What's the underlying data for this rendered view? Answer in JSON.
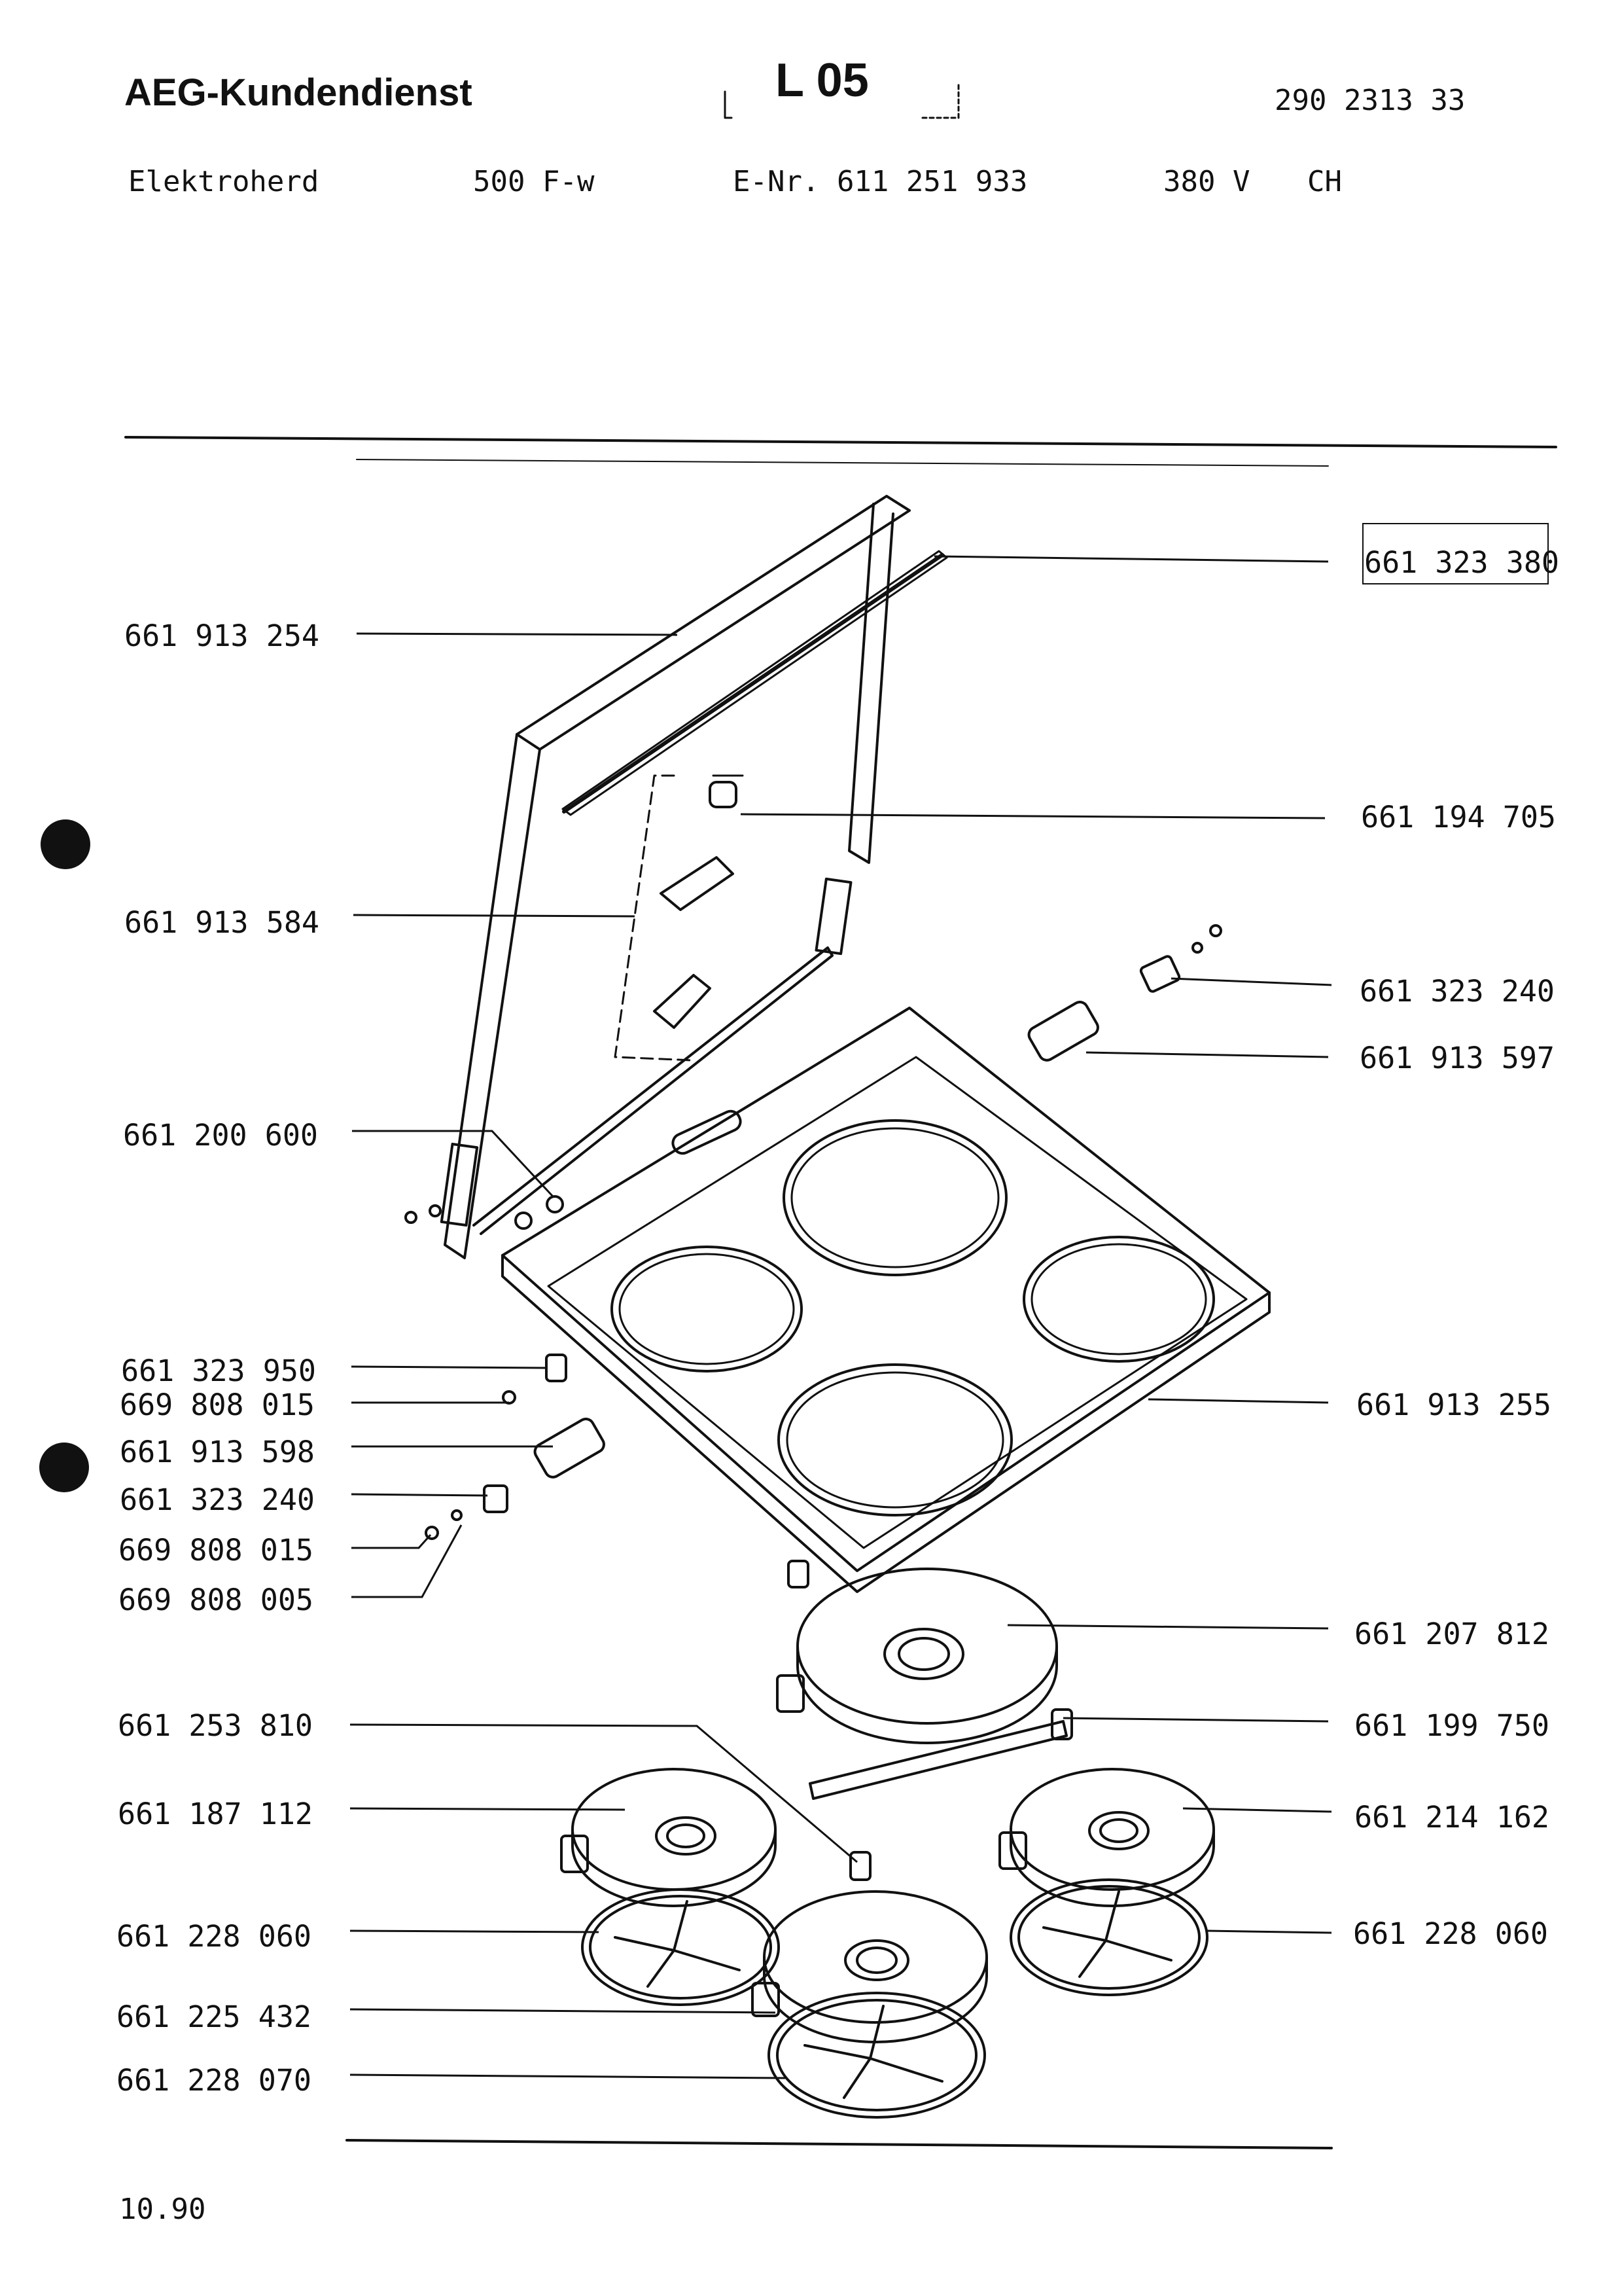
{
  "header": {
    "brand": "AEG-Kundendienst",
    "section": "L 05",
    "doc_number": "290 2313 33"
  },
  "info": {
    "product": "Elektroherd",
    "model": "500 F-w",
    "e_number": "E-Nr. 611 251 933",
    "voltage": "380 V",
    "country": "CH"
  },
  "parts_left": [
    "661 913 254",
    "661 913 584",
    "661 200 600",
    "661 323 950",
    "669 808 015",
    "661 913 598",
    "661 323 240",
    "669 808 015",
    "669 808 005",
    "661 253 810",
    "661 187 112",
    "661 228 060",
    "661 225 432",
    "661 228 070"
  ],
  "parts_right": [
    "661 323 380",
    "661 194 705",
    "661 323 240",
    "661 913 597",
    "661 913 255",
    "661 207 812",
    "661 199 750",
    "661 214 162",
    "661 228 060"
  ],
  "footer": {
    "date": "10.90"
  }
}
